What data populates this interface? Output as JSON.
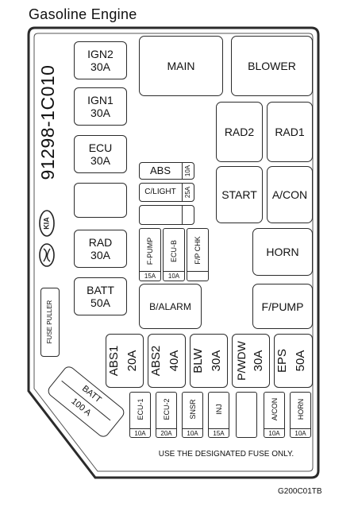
{
  "header": {
    "title": "Gasoline  Engine"
  },
  "part_number": "91298-1C010",
  "fuse_puller": "FUSE PULLER",
  "left_column": [
    {
      "name": "IGN2",
      "rating": "30A"
    },
    {
      "name": "IGN1",
      "rating": "30A"
    },
    {
      "name": "ECU",
      "rating": "30A"
    },
    {
      "name": "",
      "rating": ""
    },
    {
      "name": "RAD",
      "rating": "30A"
    },
    {
      "name": "BATT",
      "rating": "50A"
    }
  ],
  "relays": {
    "main": "MAIN",
    "blower": "BLOWER",
    "rad2": "RAD2",
    "rad1": "RAD1",
    "start": "START",
    "acon": "A/CON",
    "horn": "HORN",
    "fpump": "F/PUMP",
    "balarm": "B/ALARM"
  },
  "mini_fuses": {
    "abs": "ABS",
    "abs_rating": "10A",
    "clight": "C/LIGHT",
    "clight_rating": "25A",
    "fpump": "F-PUMP",
    "fpump_rating": "15A",
    "ecub": "ECU-B",
    "ecub_rating": "10A",
    "fpchk": "F/P CHK"
  },
  "mid_fuses": [
    {
      "name": "ABS1",
      "rating": "20A"
    },
    {
      "name": "ABS2",
      "rating": "40A"
    },
    {
      "name": "BLW",
      "rating": "30A"
    },
    {
      "name": "P/WDW",
      "rating": "30A"
    },
    {
      "name": "EPS",
      "rating": "50A"
    }
  ],
  "big_fuse": {
    "name": "BATT",
    "rating": "100 A"
  },
  "bottom_fuses": [
    {
      "name": "ECU-1",
      "rating": "10A"
    },
    {
      "name": "ECU-2",
      "rating": "20A"
    },
    {
      "name": "SNSR",
      "rating": "10A"
    },
    {
      "name": "INJ",
      "rating": "15A"
    },
    {
      "name": "",
      "rating": ""
    },
    {
      "name": "A/CON",
      "rating": "10A"
    },
    {
      "name": "HORN",
      "rating": "10A"
    }
  ],
  "notice": "USE THE DESIGNATED FUSE ONLY.",
  "figure_code": "G200C01TB"
}
